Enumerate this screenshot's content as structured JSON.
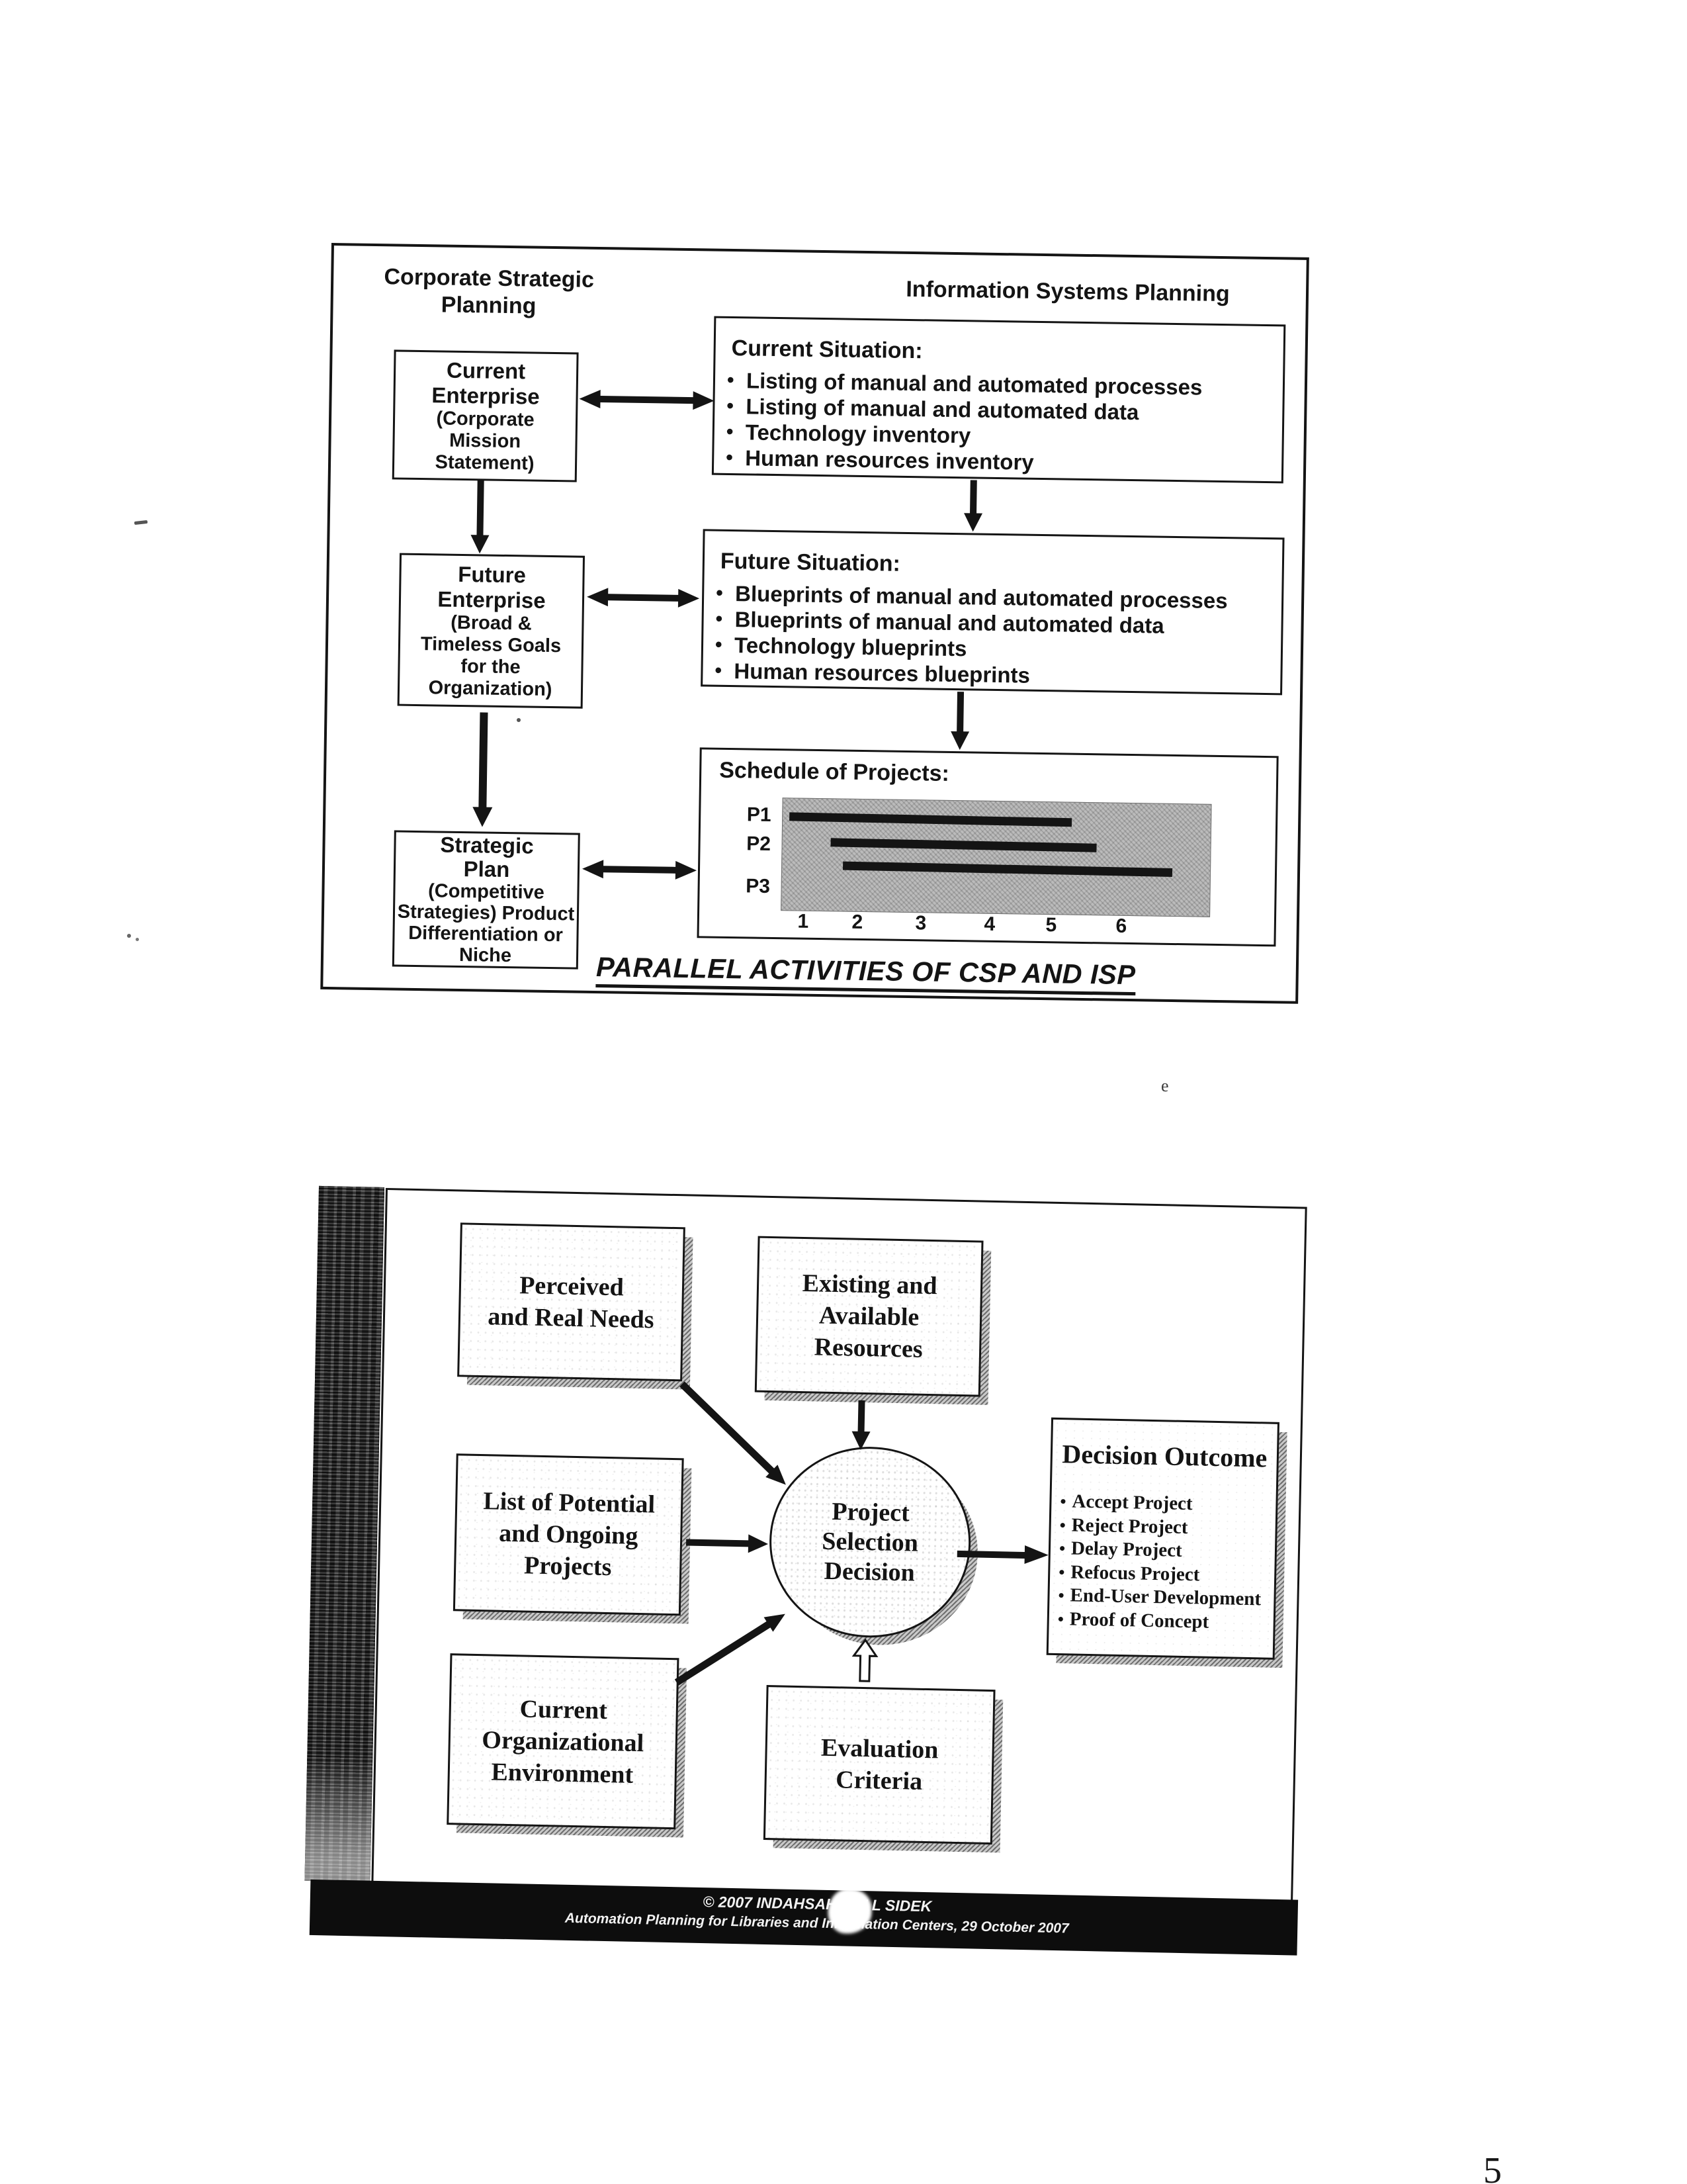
{
  "page": {
    "number": "5",
    "stray_mark": "e"
  },
  "csp_isp": {
    "heading_left": "Corporate Strategic\nPlanning",
    "heading_right": "Information Systems Planning",
    "caption": "PARALLEL ACTIVITIES OF CSP AND ISP",
    "boxes": {
      "current_enterprise": {
        "main": "Current\nEnterprise",
        "sub": "(Corporate\nMission\nStatement)"
      },
      "future_enterprise": {
        "main": "Future\nEnterprise",
        "sub": "(Broad &\nTimeless Goals\nfor the\nOrganization)"
      },
      "strategic_plan": {
        "main": "Strategic\nPlan",
        "sub": "(Competitive\nStrategies) Product\nDifferentiation or\nNiche"
      }
    },
    "current_situation": {
      "title": "Current Situation:",
      "items": [
        "Listing of manual and automated processes",
        "Listing of manual and automated data",
        "Technology inventory",
        "Human resources inventory"
      ]
    },
    "future_situation": {
      "title": "Future Situation:",
      "items": [
        "Blueprints of manual and automated processes",
        "Blueprints of manual and automated data",
        "Technology blueprints",
        "Human resources blueprints"
      ]
    }
  },
  "chart_data": {
    "type": "gantt",
    "title": "Schedule of Projects:",
    "rows": [
      "P1",
      "P2",
      "P3"
    ],
    "axis": [
      "1",
      "2",
      "3",
      "4",
      "5",
      "6"
    ],
    "xlim": [
      0.5,
      7
    ],
    "bars": [
      {
        "row": "P1",
        "start": 0.77,
        "end": 5.22
      },
      {
        "row": "P2",
        "start": 1.43,
        "end": 5.62
      },
      {
        "row": "P3",
        "start": 1.62,
        "end": 6.81
      }
    ]
  },
  "selection_slide": {
    "boxes": {
      "perceived": "Perceived\nand Real Needs",
      "existing": "Existing and\nAvailable\nResources",
      "list": "List of Potential\nand Ongoing\nProjects",
      "environment": "Current\nOrganizational\nEnvironment",
      "evaluation": "Evaluation\nCriteria"
    },
    "circle": "Project\nSelection\nDecision",
    "outcome": {
      "title": "Decision Outcome",
      "items": [
        "Accept Project",
        "Reject Project",
        "Delay Project",
        "Refocus Project",
        "End-User Development",
        "Proof of Concept"
      ]
    },
    "footer": {
      "line1": "© 2007 INDAHSAHAYU L SIDEK",
      "line2": "Automation Planning for Libraries and Information Centers, 29 October 2007"
    }
  },
  "colors": {
    "ink": "#141414",
    "bar": "#0d0d0d",
    "shadow": "#8f8f8f",
    "gantt_bg": "#b0b0b0",
    "page_bg": "#ffffff"
  }
}
